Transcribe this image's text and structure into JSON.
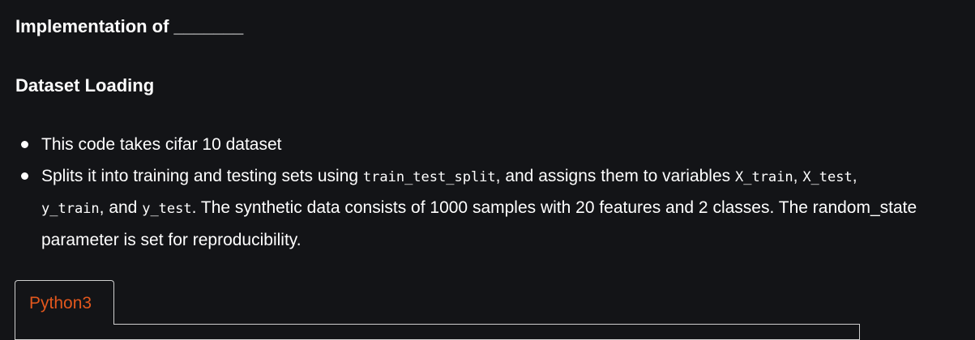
{
  "headings": {
    "implementation": "Implementation of _______",
    "dataset_loading": "Dataset Loading"
  },
  "bullets": {
    "item1": "This code takes cifar 10 dataset",
    "item2": {
      "part1": "Splits it into training and testing sets using ",
      "code1": "train_test_split",
      "part2": ", and assigns them to variables ",
      "code2": "X_train",
      "part3": ", ",
      "code3": "X_test",
      "part4": ", ",
      "code4": "y_train",
      "part5": ", and ",
      "code5": "y_test",
      "part6": ". The synthetic data consists of 1000 samples with 20 features and 2 classes. The random_state parameter is set for reproducibility."
    }
  },
  "code_tabs": {
    "active": "Python3"
  },
  "colors": {
    "background": "#131417",
    "text": "#ffffff",
    "tab_label": "#e2571d",
    "tab_border": "#cfcfcf"
  }
}
